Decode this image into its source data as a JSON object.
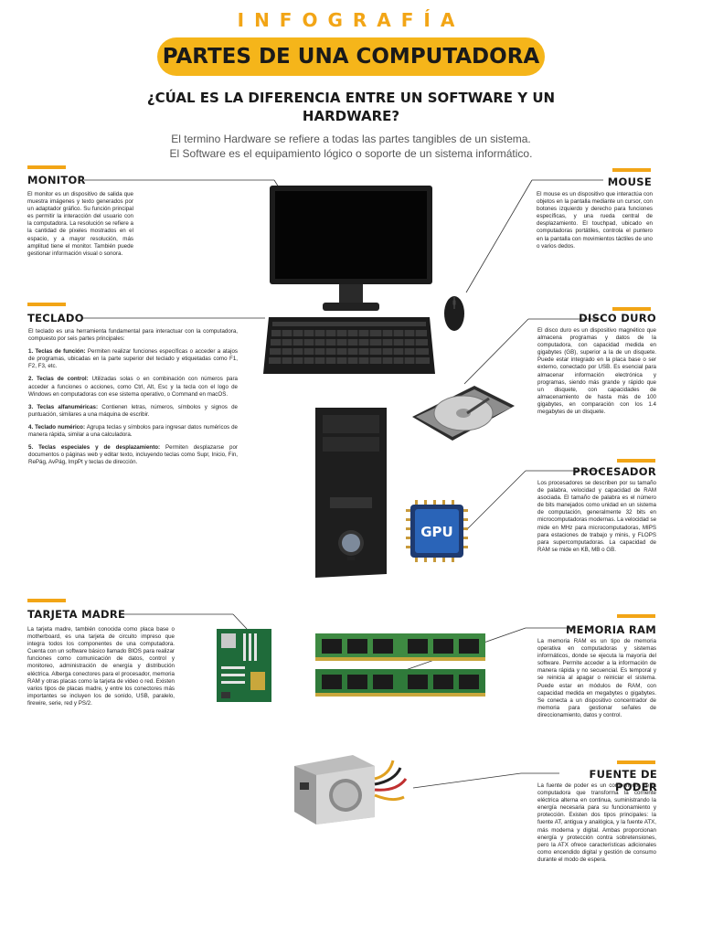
{
  "header": {
    "kicker": "INFOGRAFÍA",
    "title": "PARTES DE UNA COMPUTADORA",
    "question": "¿CÚAL ES LA DIFERENCIA ENTRE UN SOFTWARE Y UN HARDWARE?",
    "intro_1": "El termino Hardware se refiere a todas las partes tangibles de un sistema.",
    "intro_2": "El Software es el equipamiento lógico o soporte de un sistema informático."
  },
  "colors": {
    "accent": "#f2a516",
    "banner": "#f5b51a"
  },
  "sections": {
    "monitor": {
      "title": "MONITOR",
      "text": "El monitor es un dispositivo de salida que muestra imágenes y texto generados por un adaptador gráfico. Su función principal es permitir la interacción del usuario con la computadora. La resolución se refiere a la cantidad de píxeles mostrados en el espacio, y a mayor resolución, más amplitud tiene el monitor. También puede gestionar información visual o sonora."
    },
    "mouse": {
      "title": "MOUSE",
      "text": "El mouse es un dispositivo que interactúa con objetos en la pantalla mediante un cursor, con botones izquierdo y derecho para funciones específicas, y una rueda central de desplazamiento. El touchpad, ubicado en computadoras portátiles, controla el puntero en la pantalla con movimientos táctiles de uno o varios dedos."
    },
    "teclado": {
      "title": "TECLADO",
      "intro": "El teclado es una herramienta fundamental para interactuar con la computadora, compuesto por seis partes principales:",
      "items": [
        {
          "label": "1. Teclas de función:",
          "text": "Permiten realizar funciones específicas o acceder a atajos de programas, ubicadas en la parte superior del teclado y etiquetadas como F1, F2, F3, etc."
        },
        {
          "label": "2. Teclas de control:",
          "text": "Utilizadas solas o en combinación con números para acceder a funciones o acciones, como Ctrl, Alt, Esc y la tecla con el logo de Windows en computadoras con ese sistema operativo, o Command en macOS."
        },
        {
          "label": "3. Teclas alfanuméricas:",
          "text": "Contienen letras, números, símbolos y signos de puntuación, similares a una máquina de escribir."
        },
        {
          "label": "4. Teclado numérico:",
          "text": "Agrupa teclas y símbolos para ingresar datos numéricos de manera rápida, similar a una calculadora."
        },
        {
          "label": "5. Teclas especiales y de desplazamiento:",
          "text": "Permiten desplazarse por documentos o páginas web y editar texto, incluyendo teclas como Supr, Inicio, Fin, RePág, AvPág, ImpPt y teclas de dirección."
        }
      ]
    },
    "disco": {
      "title": "DISCO DURO",
      "text": "El disco duro es un dispositivo magnético que almacena programas y datos de la computadora, con capacidad medida en gigabytes (GB), superior a la de un disquete. Puede estar integrado en la placa base o ser externo, conectado por USB. Es esencial para almacenar información electrónica y programas, siendo más grande y rápido que un disquete, con capacidades de almacenamiento de hasta más de 100 gigabytes, en comparación con los 1.4 megabytes de un disquete."
    },
    "procesador": {
      "title": "PROCESADOR",
      "text": "Los procesadores se describen por su tamaño de palabra, velocidad y capacidad de RAM asociada. El tamaño de palabra es el número de bits manejados como unidad en un sistema de computación, generalmente 32 bits en microcomputadoras modernas. La velocidad se mide en MHz para microcomputadoras, MIPS para estaciones de trabajo y minis, y FLOPS para supercomputadoras. La capacidad de RAM se mide en KB, MB o GB."
    },
    "tarjeta": {
      "title": "TARJETA MADRE",
      "text": "La tarjeta madre, también conocida como placa base o motherboard, es una tarjeta de circuito impreso que integra todos los componentes de una computadora. Cuenta con un software básico llamado BIOS para realizar funciones como comunicación de datos, control y monitoreo, administración de energía y distribución eléctrica. Alberga conectores para el procesador, memoria RAM y otras placas como la tarjeta de video o red. Existen varios tipos de placas madre, y entre los conectores más importantes se incluyen los de sonido, USB, paralelo, firewire, serie, red y PS/2."
    },
    "ram": {
      "title": "MEMORIA RAM",
      "text": "La memoria RAM es un tipo de memoria operativa en computadoras y sistemas informáticos, donde se ejecuta la mayoría del software. Permite acceder a la información de manera rápida y no secuencial. Es temporal y se reinicia al apagar o reiniciar el sistema. Puede estar en módulos de RAM, con capacidad medida en megabytes o gigabytes. Se conecta a un dispositivo concentrador de memoria para gestionar señales de direccionamiento, datos y control."
    },
    "fuente": {
      "title": "FUENTE DE PODER",
      "text": "La fuente de poder es un componente de la computadora que transforma la corriente eléctrica alterna en continua, suministrando la energía necesaria para su funcionamiento y protección. Existen dos tipos principales: la fuente AT, antigua y analógica, y la fuente ATX, más moderna y digital. Ambas proporcionan energía y protección contra sobretensiones, pero la ATX ofrece características adicionales como encendido digital y gestión de consumo durante el modo de espera."
    }
  },
  "images": {
    "gpu_chip_label": "GPU"
  }
}
